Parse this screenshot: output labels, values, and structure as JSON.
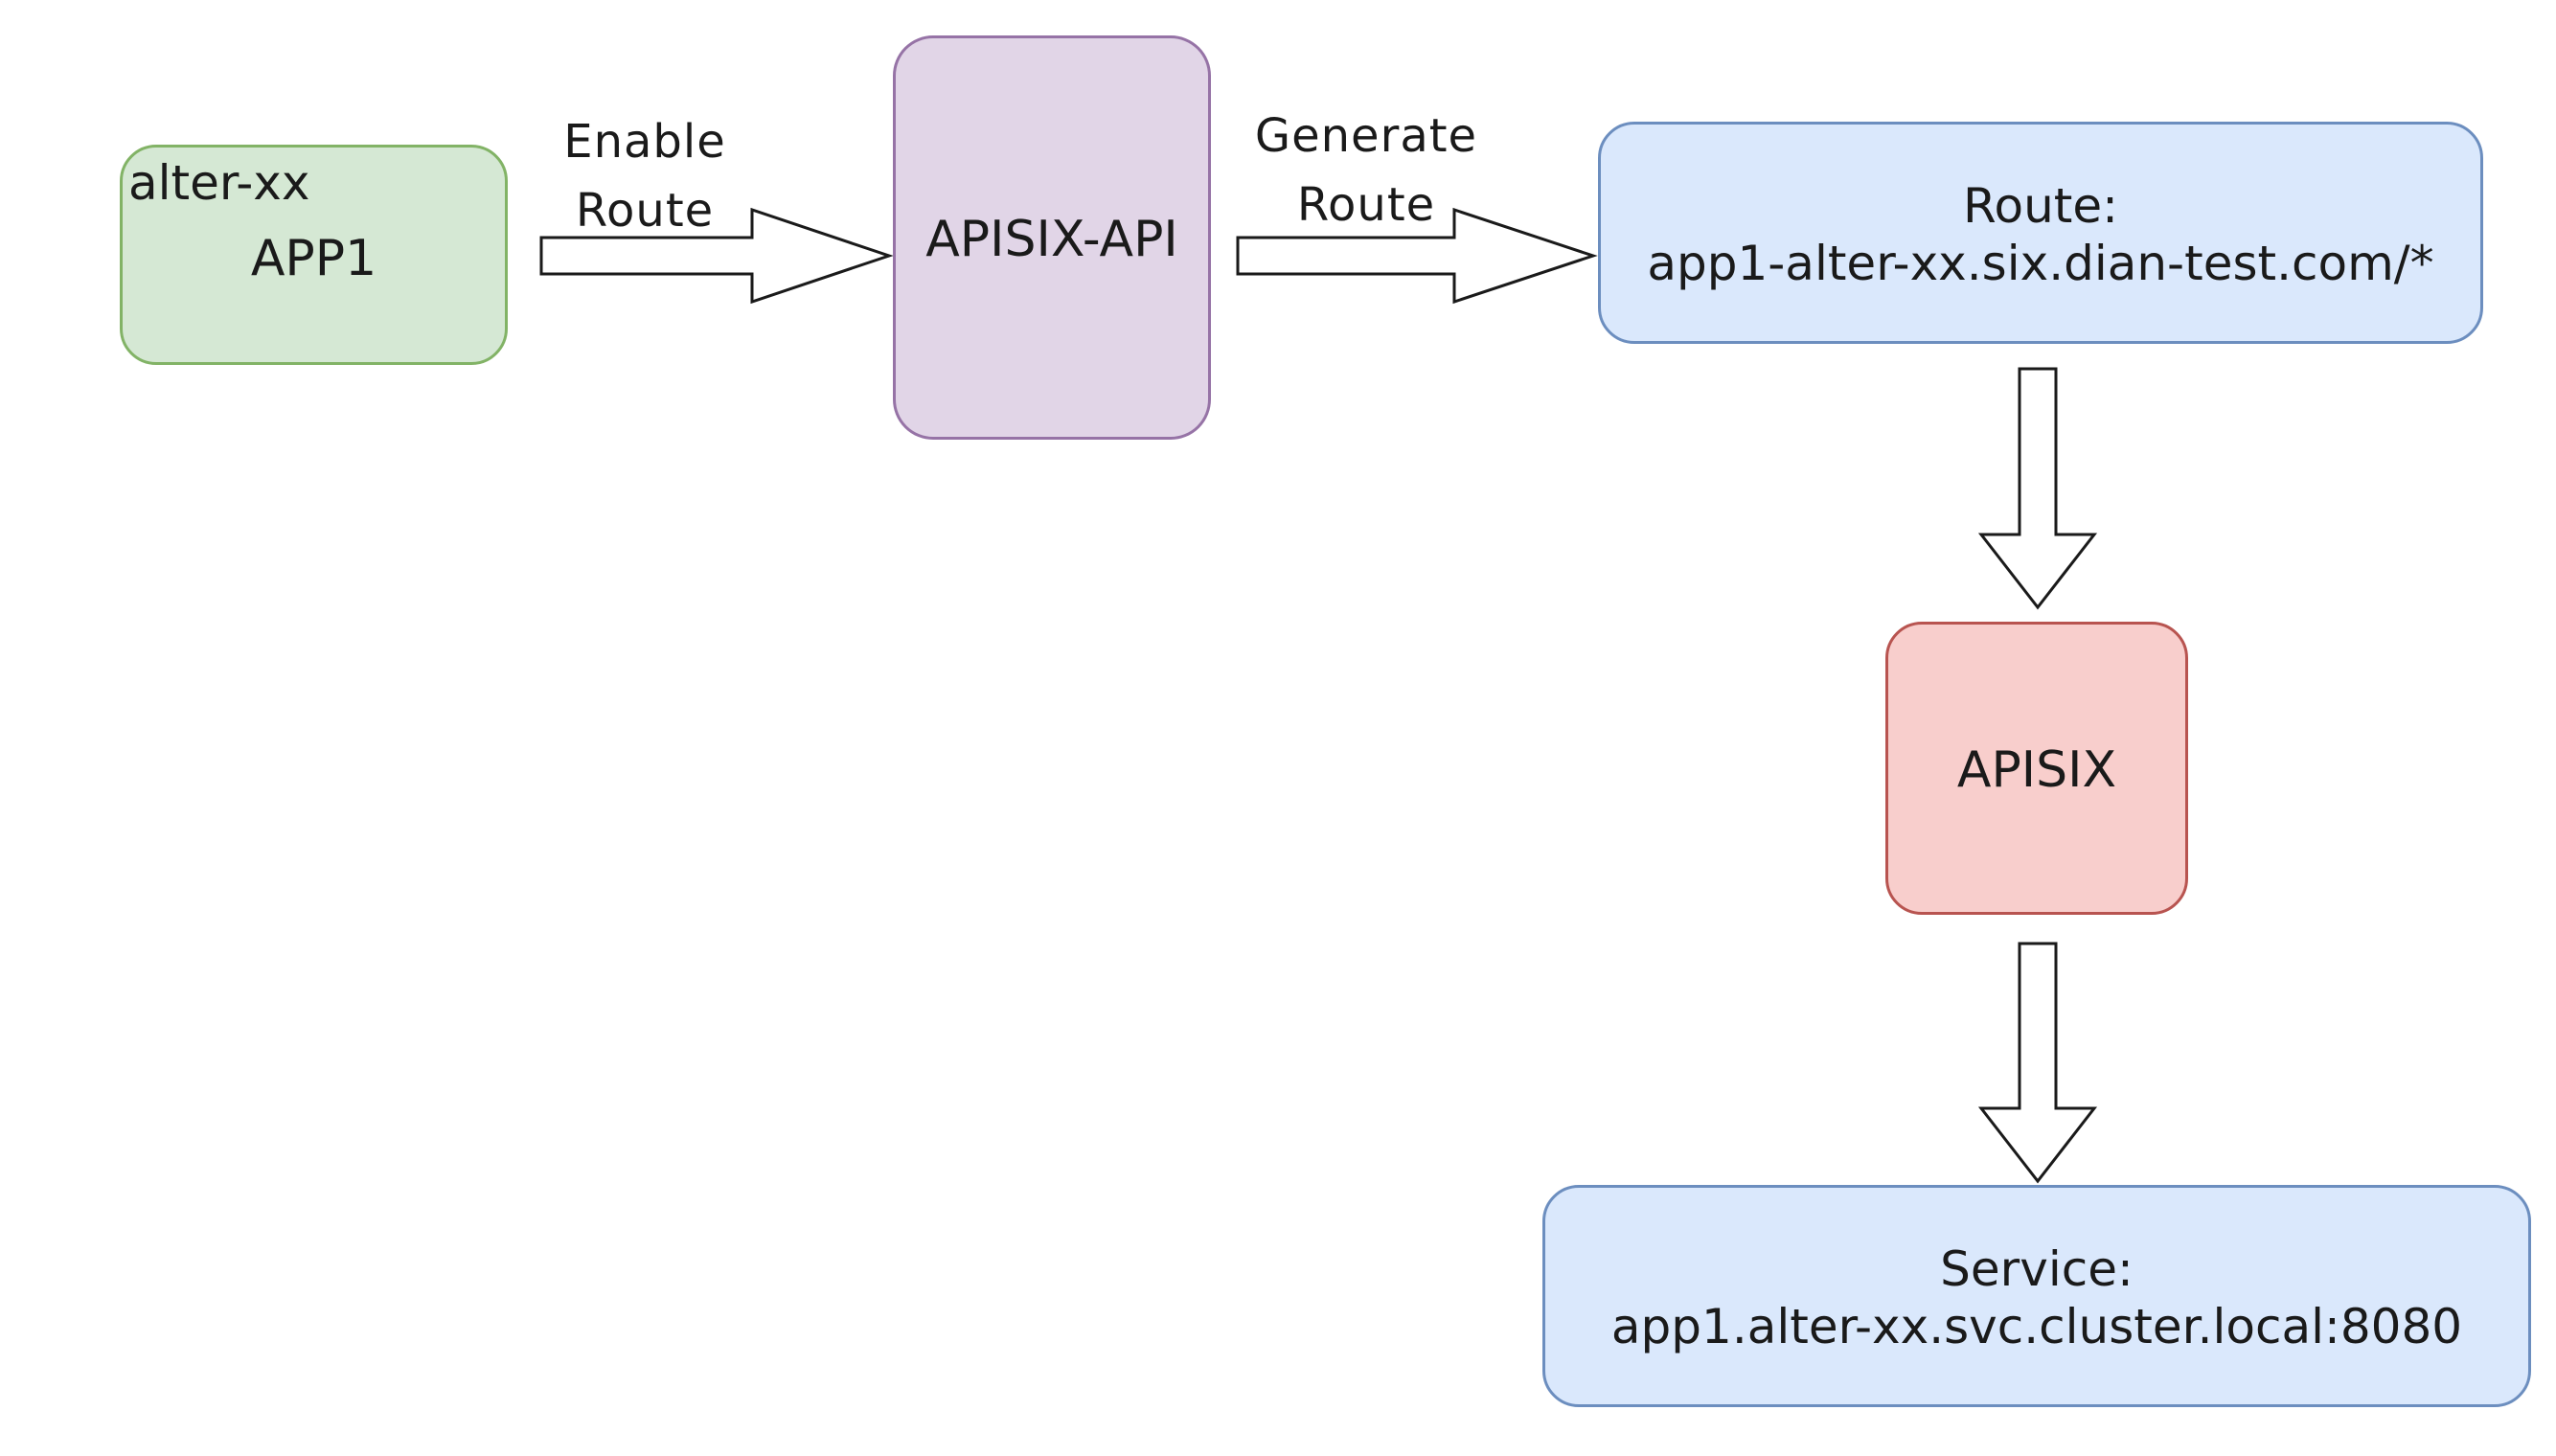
{
  "nodes": {
    "app1": {
      "namespace": "alter-xx",
      "name": "APP1",
      "fill": "#d5e8d4",
      "stroke": "#82b366"
    },
    "apisix_api": {
      "name": "APISIX-API",
      "fill": "#e1d5e7",
      "stroke": "#9673a6"
    },
    "route": {
      "title": "Route:",
      "value": "app1-alter-xx.six.dian-test.com/*",
      "fill": "#dae8fc",
      "stroke": "#6c8ebf"
    },
    "apisix": {
      "name": "APISIX",
      "fill": "#f8cecc",
      "stroke": "#b85450"
    },
    "service": {
      "title": "Service:",
      "value": "app1.alter-xx.svc.cluster.local:8080",
      "fill": "#dae8fc",
      "stroke": "#6c8ebf"
    }
  },
  "edges": {
    "enable": {
      "line1": "Enable",
      "line2": "Route"
    },
    "generate": {
      "line1": "Generate",
      "line2": "Route"
    }
  },
  "style": {
    "arrow_fill": "#ffffff",
    "arrow_stroke": "#1a1a1a"
  }
}
